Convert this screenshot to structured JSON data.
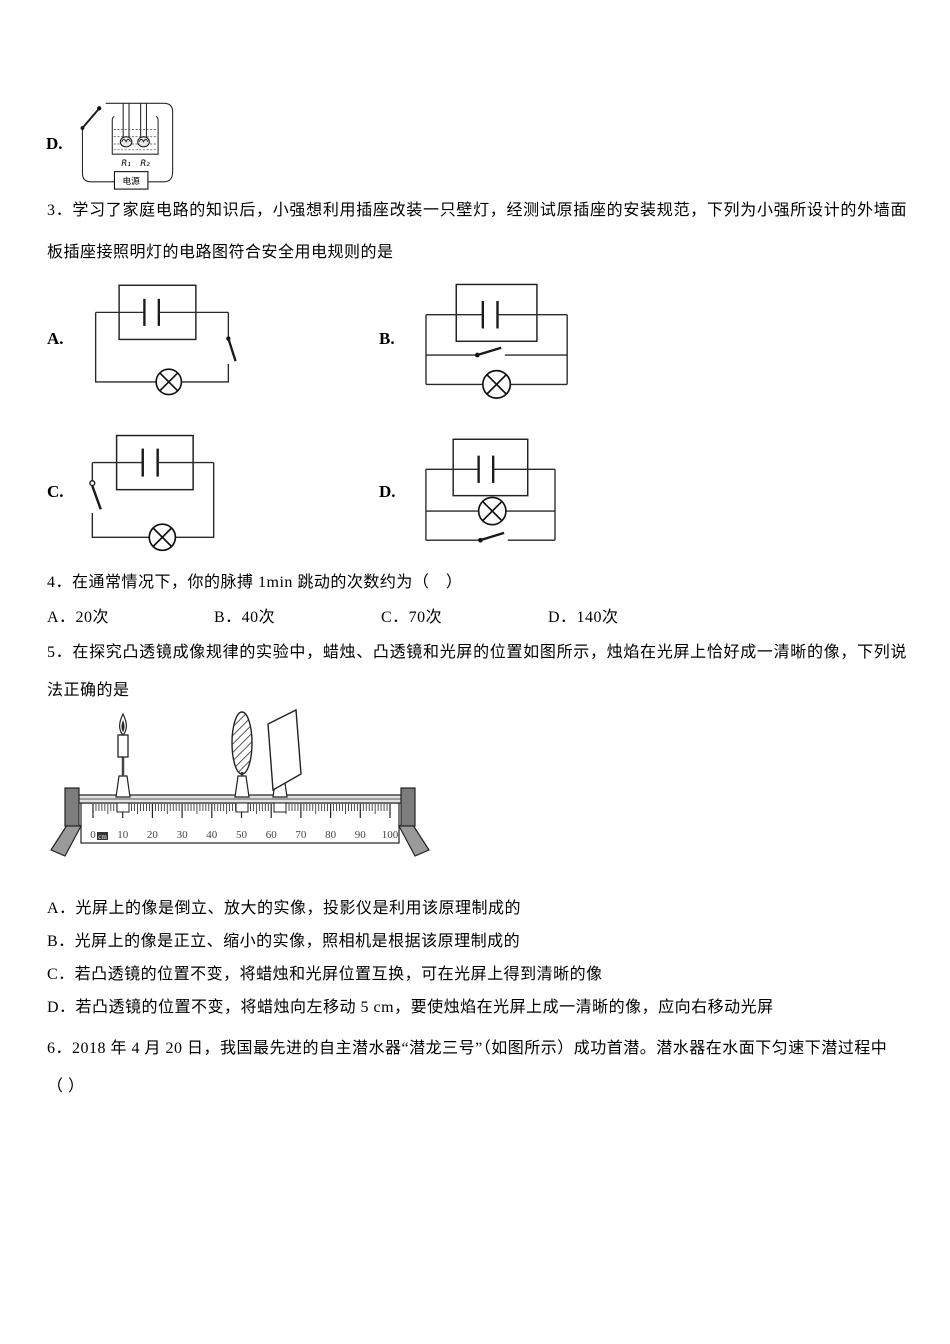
{
  "colors": {
    "paper": "#ffffff",
    "ink": "#000000",
    "gray_metal": "#8a8a8a"
  },
  "top_option_d": {
    "label": "D.",
    "circuit": {
      "r1": "R₁",
      "r2": "R₂",
      "power_box": "电源"
    }
  },
  "q3": {
    "text": "3．学习了家庭电路的知识后，小强想利用插座改装一只壁灯，经测试原插座的安装规范，下列为小强所设计的外墙面板插座接照明灯的电路图符合安全用电规则的是",
    "options": [
      {
        "label": "A."
      },
      {
        "label": "B."
      },
      {
        "label": "C."
      },
      {
        "label": "D."
      }
    ]
  },
  "q4": {
    "text": "4．在通常情况下，你的脉搏 1min 跳动的次数约为（　）",
    "options": [
      "A．20次",
      "B．40次",
      "C．70次",
      "D．140次"
    ]
  },
  "q5": {
    "text": "5．在探究凸透镜成像规律的实验中，蜡烛、凸透镜和光屏的位置如图所示，烛焰在光屏上恰好成一清晰的像，下列说法正确的是",
    "bench": {
      "unit": "cm",
      "ruler_labels": [
        "0",
        "10",
        "20",
        "30",
        "40",
        "50",
        "60",
        "70",
        "80",
        "90",
        "100"
      ],
      "candle_position_cm": 10,
      "lens_position_cm": 50,
      "screen_position_cm": 63
    },
    "options": [
      "A．光屏上的像是倒立、放大的实像，投影仪是利用该原理制成的",
      "B．光屏上的像是正立、缩小的实像，照相机是根据该原理制成的",
      "C．若凸透镜的位置不变，将蜡烛和光屏位置互换，可在光屏上得到清晰的像",
      "D．若凸透镜的位置不变，将蜡烛向左移动 5 cm，要使烛焰在光屏上成一清晰的像，应向右移动光屏"
    ]
  },
  "q6": {
    "text": "6．2018 年 4 月 20 日，我国最先进的自主潜水器“潜龙三号”（如图所示）成功首潜。潜水器在水面下匀速下潜过程中",
    "bracket": "（ ）"
  }
}
